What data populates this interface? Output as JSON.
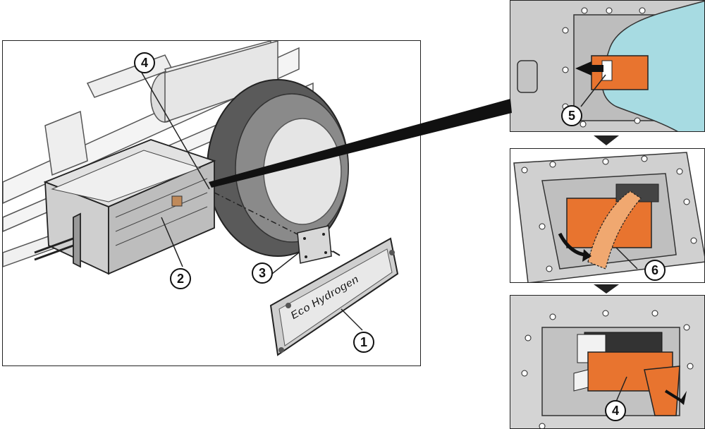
{
  "callouts": {
    "main": [
      {
        "num": "4"
      },
      {
        "num": "2"
      },
      {
        "num": "3"
      },
      {
        "num": "1"
      }
    ],
    "detail_top": {
      "num": "5"
    },
    "detail_mid": {
      "num": "6"
    },
    "detail_bot": {
      "num": "4"
    }
  },
  "plate": {
    "text": "Eco Hydrogen"
  },
  "colors": {
    "connector": "#e8742f",
    "glove": "#a7dbe2",
    "outline": "#222222",
    "metal": "#cfcfcf"
  },
  "icons": [
    "arrow-left-icon",
    "arrow-down-icon",
    "curved-arrow-icon"
  ]
}
